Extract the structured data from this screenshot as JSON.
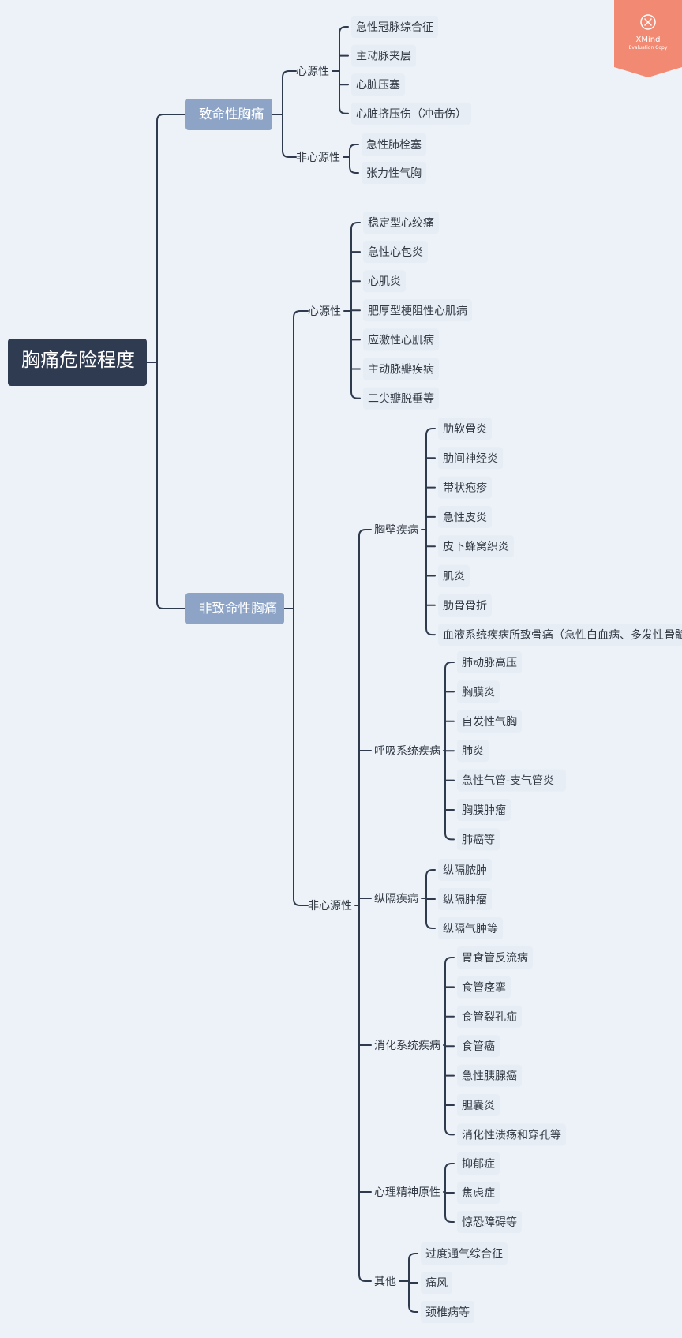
{
  "root": {
    "label": "胸痛危险程度"
  },
  "branches": [
    {
      "label": "致命性胸痛",
      "groups": [
        {
          "label": "心源性",
          "items": [
            "急性冠脉综合征",
            "主动脉夹层",
            "心脏压塞",
            "心脏挤压伤（冲击伤）"
          ]
        },
        {
          "label": "非心源性",
          "items": [
            "急性肺栓塞",
            "张力性气胸"
          ]
        }
      ]
    },
    {
      "label": "非致命性胸痛",
      "groups": [
        {
          "label": "心源性",
          "items": [
            "稳定型心绞痛",
            "急性心包炎",
            "心肌炎",
            "肥厚型梗阻性心肌病",
            "应激性心肌病",
            "主动脉瓣疾病",
            "二尖瓣脱垂等"
          ]
        },
        {
          "label": "非心源性",
          "subgroups": [
            {
              "label": "胸壁疾病",
              "items": [
                "肋软骨炎",
                "肋间神经炎",
                "带状疱疹",
                "急性皮炎",
                "皮下蜂窝织炎",
                "肌炎",
                "肋骨骨折",
                "血液系统疾病所致骨痛（急性白血病、多发性骨髓瘤）"
              ]
            },
            {
              "label": "呼吸系统疾病",
              "items": [
                "肺动脉高压",
                "胸膜炎",
                "自发性气胸",
                "肺炎",
                "急性气管-支气管炎",
                "胸膜肿瘤",
                "肺癌等"
              ]
            },
            {
              "label": "纵隔疾病",
              "items": [
                "纵隔脓肿",
                "纵隔肿瘤",
                "纵隔气肿等"
              ]
            },
            {
              "label": "消化系统疾病",
              "items": [
                "胃食管反流病",
                "食管痉挛",
                "食管裂孔疝",
                "食管癌",
                "急性胰腺癌",
                "胆囊炎",
                "消化性溃疡和穿孔等"
              ]
            },
            {
              "label": "心理精神原性",
              "items": [
                "抑郁症",
                "焦虑症",
                "惊恐障碍等"
              ]
            },
            {
              "label": "其他",
              "items": [
                "过度通气综合征",
                "痛风",
                "颈椎病等"
              ]
            }
          ]
        }
      ]
    }
  ],
  "watermark": {
    "brand": "XMind",
    "subtitle": "Evaluation Copy",
    "icon": "xmind-logo-icon"
  }
}
